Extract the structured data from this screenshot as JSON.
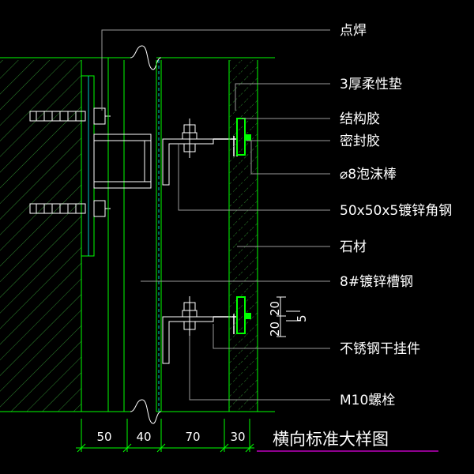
{
  "labels": {
    "spot_weld": "点焊",
    "flexible_pad": "3厚柔性垫",
    "structural_adhesive": "结构胶",
    "sealant": "密封胶",
    "foam_rod": "⌀8泡沫棒",
    "angle_steel": "50x50x5镀锌角钢",
    "stone": "石材",
    "channel_steel": "8#镀锌槽钢",
    "stainless_hanger": "不锈钢干挂件",
    "bolt": "M10螺栓"
  },
  "dimensions": {
    "bottom": [
      "50",
      "40",
      "70",
      "30"
    ],
    "right_top": "20",
    "right_mid": "20",
    "gap": "5"
  },
  "title": "横向标准大样图",
  "colors": {
    "background": "#000000",
    "line_green": "#00ff00",
    "hatch_green": "#2e8b2e",
    "cyan": "#00c8c8",
    "white": "#ffffff",
    "leader": "#9a9a9a",
    "title_underline": "#c000c0"
  }
}
